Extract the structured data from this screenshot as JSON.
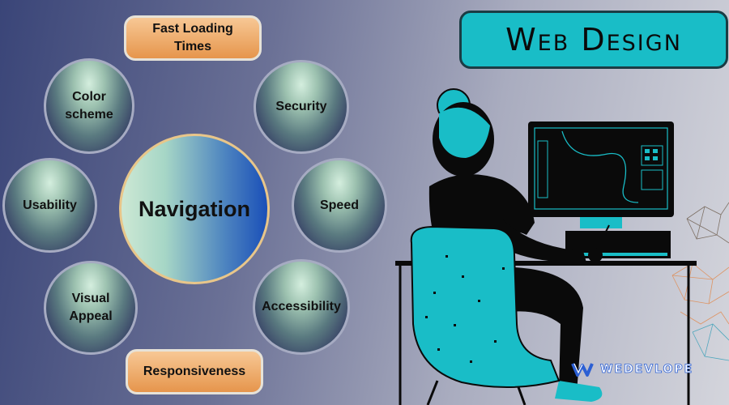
{
  "title": "Web Design",
  "center": "Navigation",
  "features": {
    "fast_loading_l1": "Fast Loading",
    "fast_loading_l2": "Times",
    "color_l1": "Color",
    "color_l2": "scheme",
    "security": "Security",
    "usability": "Usability",
    "speed": "Speed",
    "visual_l1": "Visual",
    "visual_l2": "Appeal",
    "accessibility": "Accessibility",
    "responsiveness": "Responsiveness"
  },
  "logo": "WEDEVLOPE",
  "colors": {
    "accent": "#19bdc7",
    "pill": "#f0a865",
    "center": "#1a4fb8"
  }
}
